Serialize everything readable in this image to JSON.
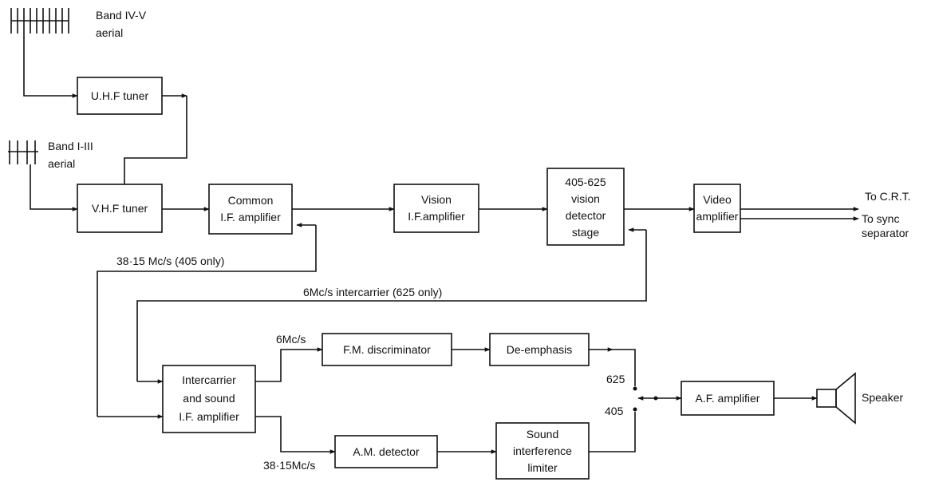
{
  "aerials": {
    "uhf": {
      "line1": "Band IV-V",
      "line2": "aerial"
    },
    "vhf": {
      "line1": "Band I-III",
      "line2": "aerial"
    }
  },
  "blocks": {
    "uhf_tuner": [
      "U.H.F tuner"
    ],
    "vhf_tuner": [
      "V.H.F tuner"
    ],
    "common_if": [
      "Common",
      "I.F. amplifier"
    ],
    "vision_if": [
      "Vision",
      "I.F.amplifier"
    ],
    "vision_detector": [
      "405-625",
      "vision",
      "detector",
      "stage"
    ],
    "video_amp": [
      "Video",
      "amplifier"
    ],
    "intercarrier": [
      "Intercarrier",
      "and sound",
      "I.F. amplifier"
    ],
    "fm_disc": [
      "F.M. discriminator"
    ],
    "de_emphasis": [
      "De-emphasis"
    ],
    "am_detector": [
      "A.M. detector"
    ],
    "limiter": [
      "Sound",
      "interference",
      "limiter"
    ],
    "af_amp": [
      "A.F. amplifier"
    ]
  },
  "labels": {
    "to_crt": "To C.R.T.",
    "to_sync_1": "To sync",
    "to_sync_2": "separator",
    "mcs_405": "38·15 Mc/s (405 only)",
    "intercarrier_625": "6Mc/s intercarrier (625 only)",
    "six_mcs": "6Mc/s",
    "mcs_3815": "38·15Mc/s",
    "sw_625": "625",
    "sw_405": "405",
    "speaker": "Speaker"
  }
}
